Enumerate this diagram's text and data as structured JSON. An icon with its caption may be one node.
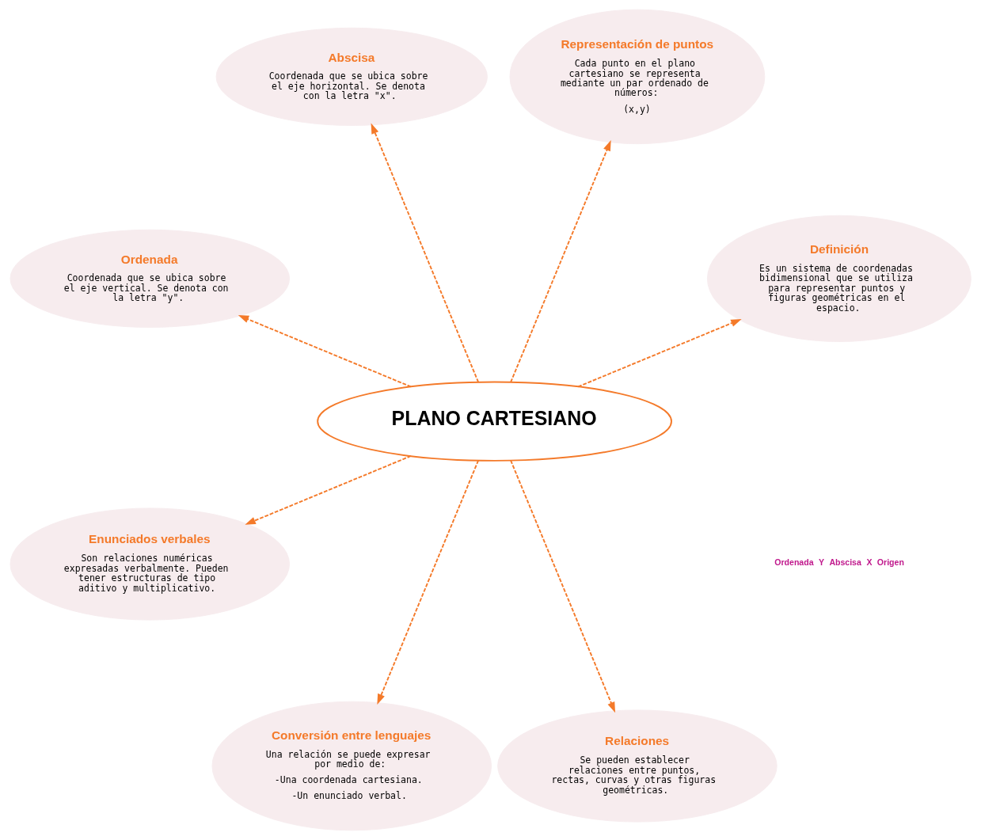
{
  "diagram": {
    "nodes": [
      {
        "text": [
          "PLANO CARTESIANO"
        ]
      },
      {
        "text": [
          "Definición",
          "Es un sistema de coordenadas bidimensional que se utiliza para representar puntos y figuras geométricas en el espacio."
        ]
      },
      {
        "text": [
          "Representación de puntos",
          "Cada punto en el plano cartesiano se representa mediante un par ordenado de números:",
          "(x,y)"
        ]
      },
      {
        "text": [
          "Abscisa",
          "Coordenada que se ubica sobre el eje horizontal. Se denota con la letra \"x\"."
        ]
      },
      {
        "text": [
          "Ordenada",
          "Coordenada que se ubica sobre el eje vertical. Se denota con la letra \"y\"."
        ]
      },
      {
        "text": [
          "Enunciados verbales",
          "Son relaciones numéricas expresadas verbalmente. Pueden tener estructuras de tipo aditivo y multiplicativo."
        ]
      },
      {
        "text": [
          "Conversión entre lenguajes",
          "Una relación se puede expresar por medio de:",
          "-Una coordenada cartesiana.",
          "-Un enunciado verbal."
        ]
      },
      {
        "text": [
          "Relaciones",
          "Se pueden establecer relaciones entre puntos, rectas, curvas y otras figuras geométricas."
        ]
      }
    ],
    "edges": [
      {
        "from": 0,
        "to": 1,
        "arrow": "to",
        "style": "dashed"
      },
      {
        "from": 0,
        "to": 2,
        "arrow": "to",
        "style": "dashed"
      },
      {
        "from": 0,
        "to": 3,
        "arrow": "to",
        "style": "dashed"
      },
      {
        "from": 0,
        "to": 4,
        "arrow": "to",
        "style": "dashed"
      },
      {
        "from": 0,
        "to": 5,
        "arrow": "to",
        "style": "dashed"
      },
      {
        "from": 0,
        "to": 6,
        "arrow": "to",
        "style": "dashed"
      },
      {
        "from": 0,
        "to": 7,
        "arrow": "to",
        "style": "dashed"
      }
    ],
    "labels": [
      "Ordenada",
      "Y",
      "Abscisa",
      "X",
      "Origen"
    ]
  }
}
